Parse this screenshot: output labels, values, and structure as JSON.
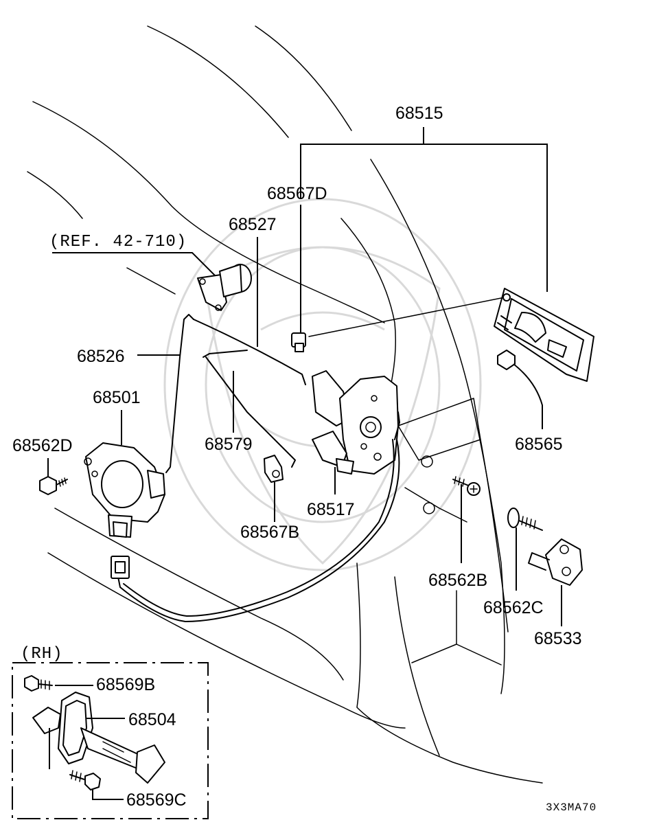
{
  "reference": "(REF. 42-710)",
  "rh_label": "(RH)",
  "diagram_code": "3X3MA70",
  "parts": {
    "p68515": "68515",
    "p68567D": "68567D",
    "p68527": "68527",
    "p68526": "68526",
    "p68501": "68501",
    "p68562D": "68562D",
    "p68579": "68579",
    "p68565": "68565",
    "p68567B": "68567B",
    "p68517": "68517",
    "p68562B": "68562B",
    "p68562C": "68562C",
    "p68533": "68533",
    "p68569B": "68569B",
    "p68504": "68504",
    "p68569C": "68569C"
  }
}
